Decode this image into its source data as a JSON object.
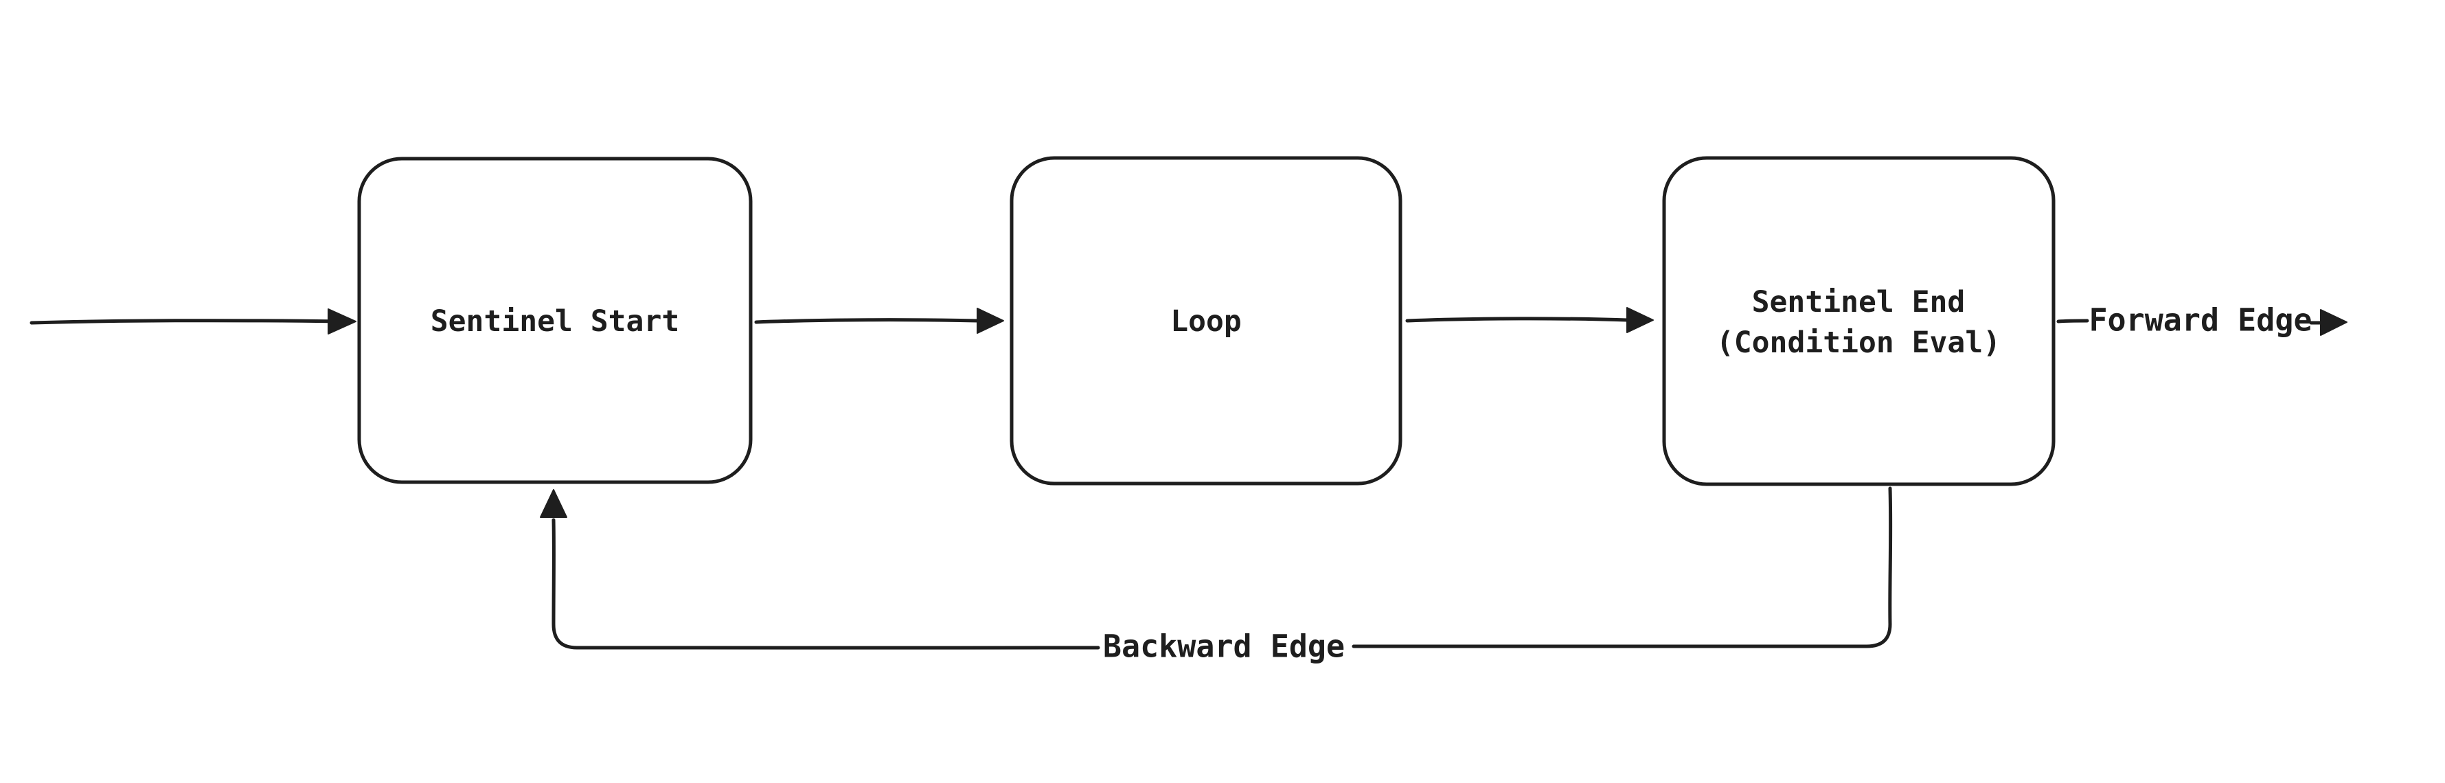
{
  "colors": {
    "background": "#ffffff",
    "stroke": "#1e1e1e",
    "text": "#1e1e1e"
  },
  "nodes": {
    "sentinel_start": {
      "label": "Sentinel Start"
    },
    "loop": {
      "label": "Loop"
    },
    "sentinel_end": {
      "line1": "Sentinel End",
      "line2": "(Condition Eval)"
    }
  },
  "edges": {
    "entry": {
      "to": "Sentinel Start"
    },
    "start_to_loop": {
      "from": "Sentinel Start",
      "to": "Loop"
    },
    "loop_to_end": {
      "from": "Loop",
      "to": "Sentinel End (Condition Eval)"
    },
    "forward": {
      "label": "Forward Edge",
      "from": "Sentinel End (Condition Eval)"
    },
    "backward": {
      "label": "Backward Edge",
      "from": "Sentinel End (Condition Eval)",
      "to": "Sentinel Start"
    }
  }
}
